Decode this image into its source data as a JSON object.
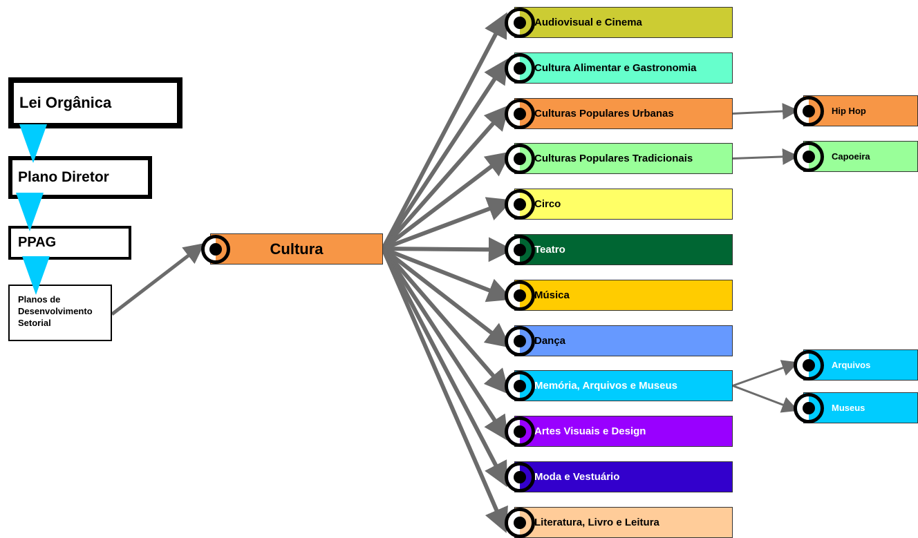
{
  "hierarchy": {
    "lei": "Lei Orgânica",
    "plano": "Plano Diretor",
    "ppag": "PPAG",
    "planos": [
      "Planos de",
      "Desenvolvimento",
      "Setorial"
    ]
  },
  "center": {
    "label": "Cultura",
    "color": "#f79646"
  },
  "branches": [
    {
      "label": "Audiovisual e Cinema",
      "color": "#cccc33",
      "text_color": "#000000"
    },
    {
      "label": "Cultura Alimentar e Gastronomia",
      "color": "#66ffcc",
      "text_color": "#000000"
    },
    {
      "label": "Culturas Populares Urbanas",
      "color": "#f79646",
      "text_color": "#000000"
    },
    {
      "label": "Culturas Populares Tradicionais",
      "color": "#99ff99",
      "text_color": "#000000"
    },
    {
      "label": "Circo",
      "color": "#ffff66",
      "text_color": "#000000"
    },
    {
      "label": "Teatro",
      "color": "#006633",
      "text_color": "#ffffff"
    },
    {
      "label": "Música",
      "color": "#ffcc00",
      "text_color": "#000000"
    },
    {
      "label": "Dança",
      "color": "#6699ff",
      "text_color": "#000000"
    },
    {
      "label": "Memória, Arquivos e Museus",
      "color": "#00ccff",
      "text_color": "#ffffff"
    },
    {
      "label": "Artes Visuais e Design",
      "color": "#9900ff",
      "text_color": "#ffffff"
    },
    {
      "label": "Moda e Vestuário",
      "color": "#3300cc",
      "text_color": "#ffffff"
    },
    {
      "label": "Literatura, Livro e Leitura",
      "color": "#ffcc99",
      "text_color": "#000000"
    }
  ],
  "sub_branches": [
    {
      "label": "Hip Hop",
      "parent": 2,
      "color": "#f79646",
      "text_color": "#000000"
    },
    {
      "label": "Capoeira",
      "parent": 3,
      "color": "#99ff99",
      "text_color": "#000000"
    },
    {
      "label": "Arquivos",
      "parent": 8,
      "color": "#00ccff",
      "text_color": "#ffffff"
    },
    {
      "label": "Museus",
      "parent": 8,
      "color": "#00ccff",
      "text_color": "#ffffff"
    }
  ]
}
